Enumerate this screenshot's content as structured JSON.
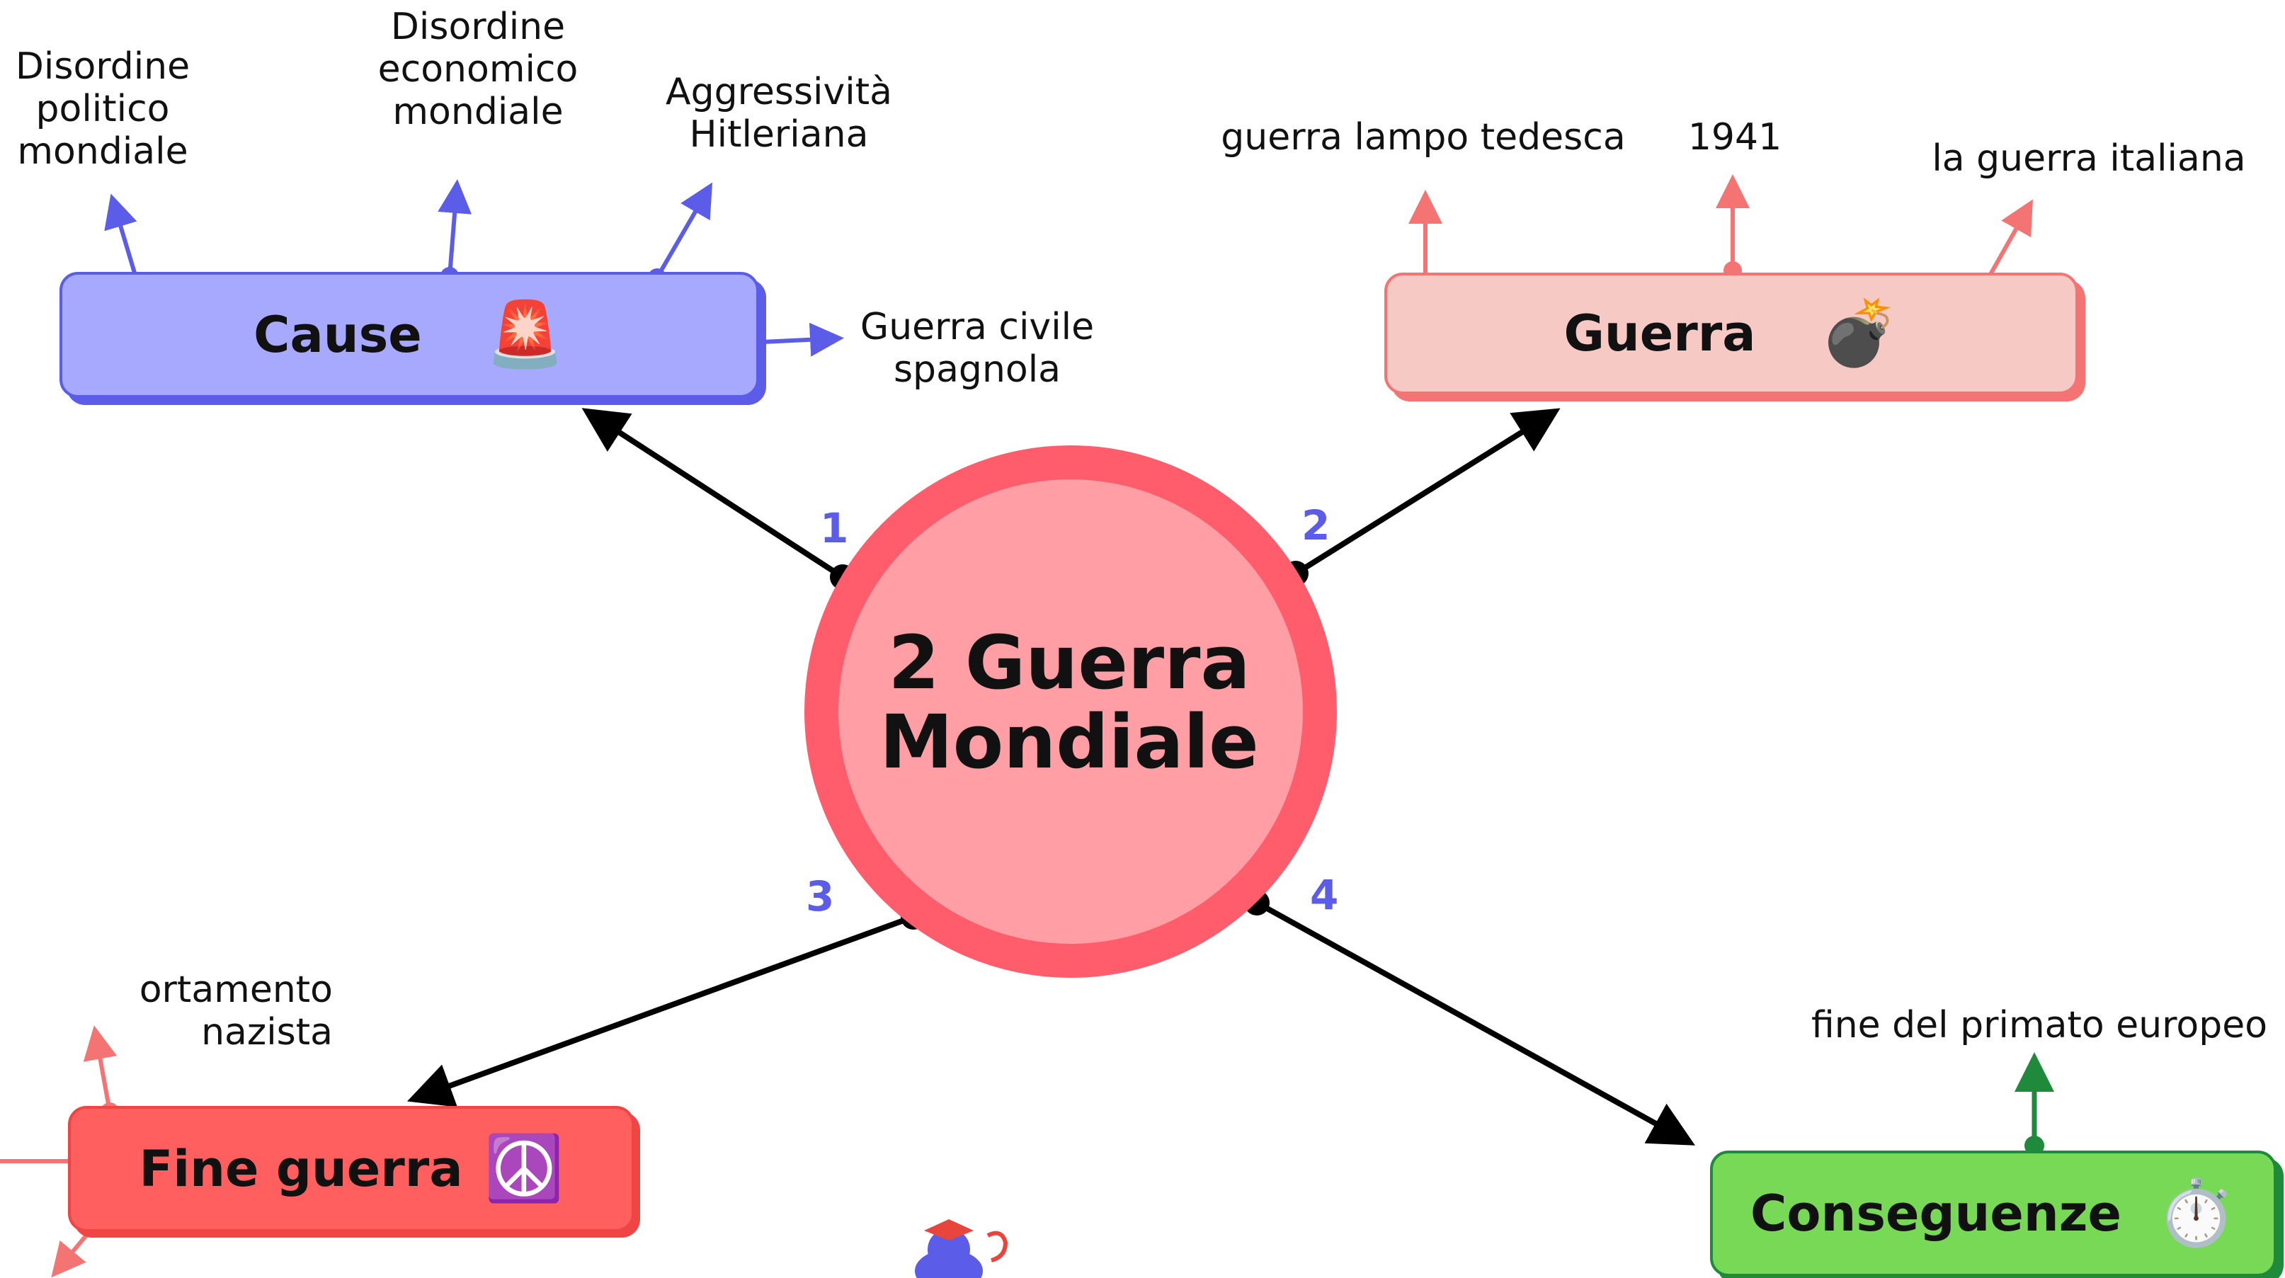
{
  "center": {
    "title": "2 Guerra\nMondiale"
  },
  "branches": [
    {
      "number": "1",
      "label": "Cause",
      "icon": "siren-icon",
      "emoji": "🚨",
      "color": "#a7a9ff",
      "border": "#5b5ce8",
      "children": [
        "Disordine\npolitico\nmondiale",
        "Disordine\neconomico\nmondiale",
        "Aggressività\nHitleriana",
        "Guerra civile\nspagnola"
      ]
    },
    {
      "number": "2",
      "label": "Guerra",
      "icon": "bomb-icon",
      "emoji": "💣",
      "color": "#f7c9c5",
      "border": "#f47373",
      "children": [
        "guerra lampo tedesca",
        "1941",
        "la guerra italiana"
      ]
    },
    {
      "number": "3",
      "label": "Fine guerra",
      "icon": "peace-icon",
      "emoji": "☮️",
      "color": "#ff5f5f",
      "border": "#f04545",
      "children": [
        "ortamento nazista"
      ]
    },
    {
      "number": "4",
      "label": "Conseguenze",
      "icon": "stopwatch-icon",
      "emoji": "⏱️",
      "color": "#77d955",
      "border": "#1f8a3c",
      "children": [
        "fine del primato europeo"
      ]
    }
  ],
  "colors": {
    "center_ring": "#ff5c6c",
    "center_fill": "#ff9ea5",
    "connector": "#000000"
  }
}
